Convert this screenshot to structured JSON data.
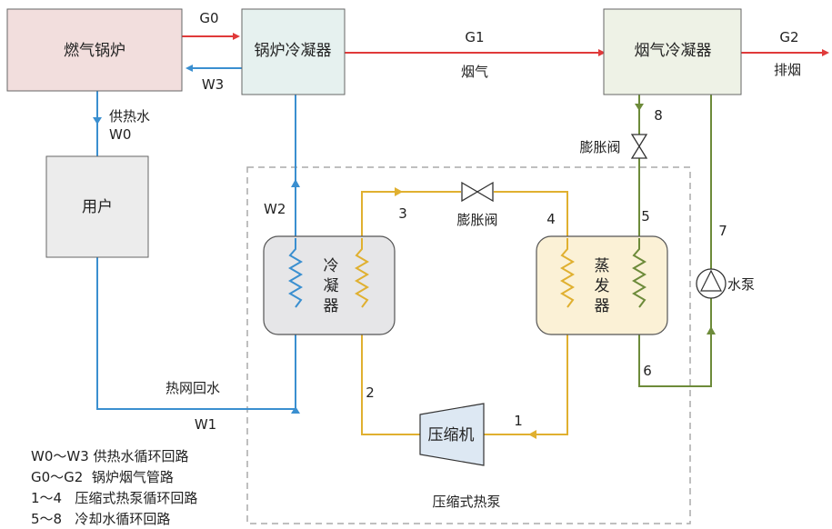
{
  "colors": {
    "flue": "#e03a3a",
    "heating_water": "#3a8fd0",
    "heat_pump": "#e0b030",
    "cooling_water": "#6d8b3a",
    "boiler_fill": "#f2dedd",
    "condenser_fill": "#e6f1ef",
    "flue_condenser_fill": "#eef2e6",
    "user_fill": "#ececec",
    "cond_unit_fill": "#e6e6e8",
    "evap_fill": "#fbf1d6"
  },
  "boxes": {
    "boiler": "燃气锅炉",
    "boiler_condenser": "锅炉冷凝器",
    "flue_condenser": "烟气冷凝器",
    "user": "用户",
    "condenser": [
      "冷",
      "凝",
      "器"
    ],
    "evaporator": [
      "蒸",
      "发",
      "器"
    ],
    "compressor": "压缩机"
  },
  "labels": {
    "g0": "G0",
    "w3": "W3",
    "g1": "G1",
    "flue_gas": "烟气",
    "g2": "G2",
    "exhaust": "排烟",
    "supply_water": "供热水",
    "w0": "W0",
    "w2": "W2",
    "w1": "W1",
    "return_water": "热网回水",
    "n1": "1",
    "n2": "2",
    "n3": "3",
    "n4": "4",
    "n5": "5",
    "n6": "6",
    "n7": "7",
    "n8": "8",
    "expansion_valve_top": "膨胀阀",
    "expansion_valve_right": "膨胀阀",
    "pump": "水泵",
    "heat_pump_region": "压缩式热泵"
  },
  "legend": [
    "W0～W3 供热水循环回路",
    "G0～G2  锅炉烟气管路",
    "1～4   压缩式热泵循环回路",
    "5～8   冷却水循环回路"
  ],
  "icons": {
    "valve": "expansion-valve-icon",
    "pump": "water-pump-icon",
    "coil": "heat-exchanger-coil-icon"
  }
}
